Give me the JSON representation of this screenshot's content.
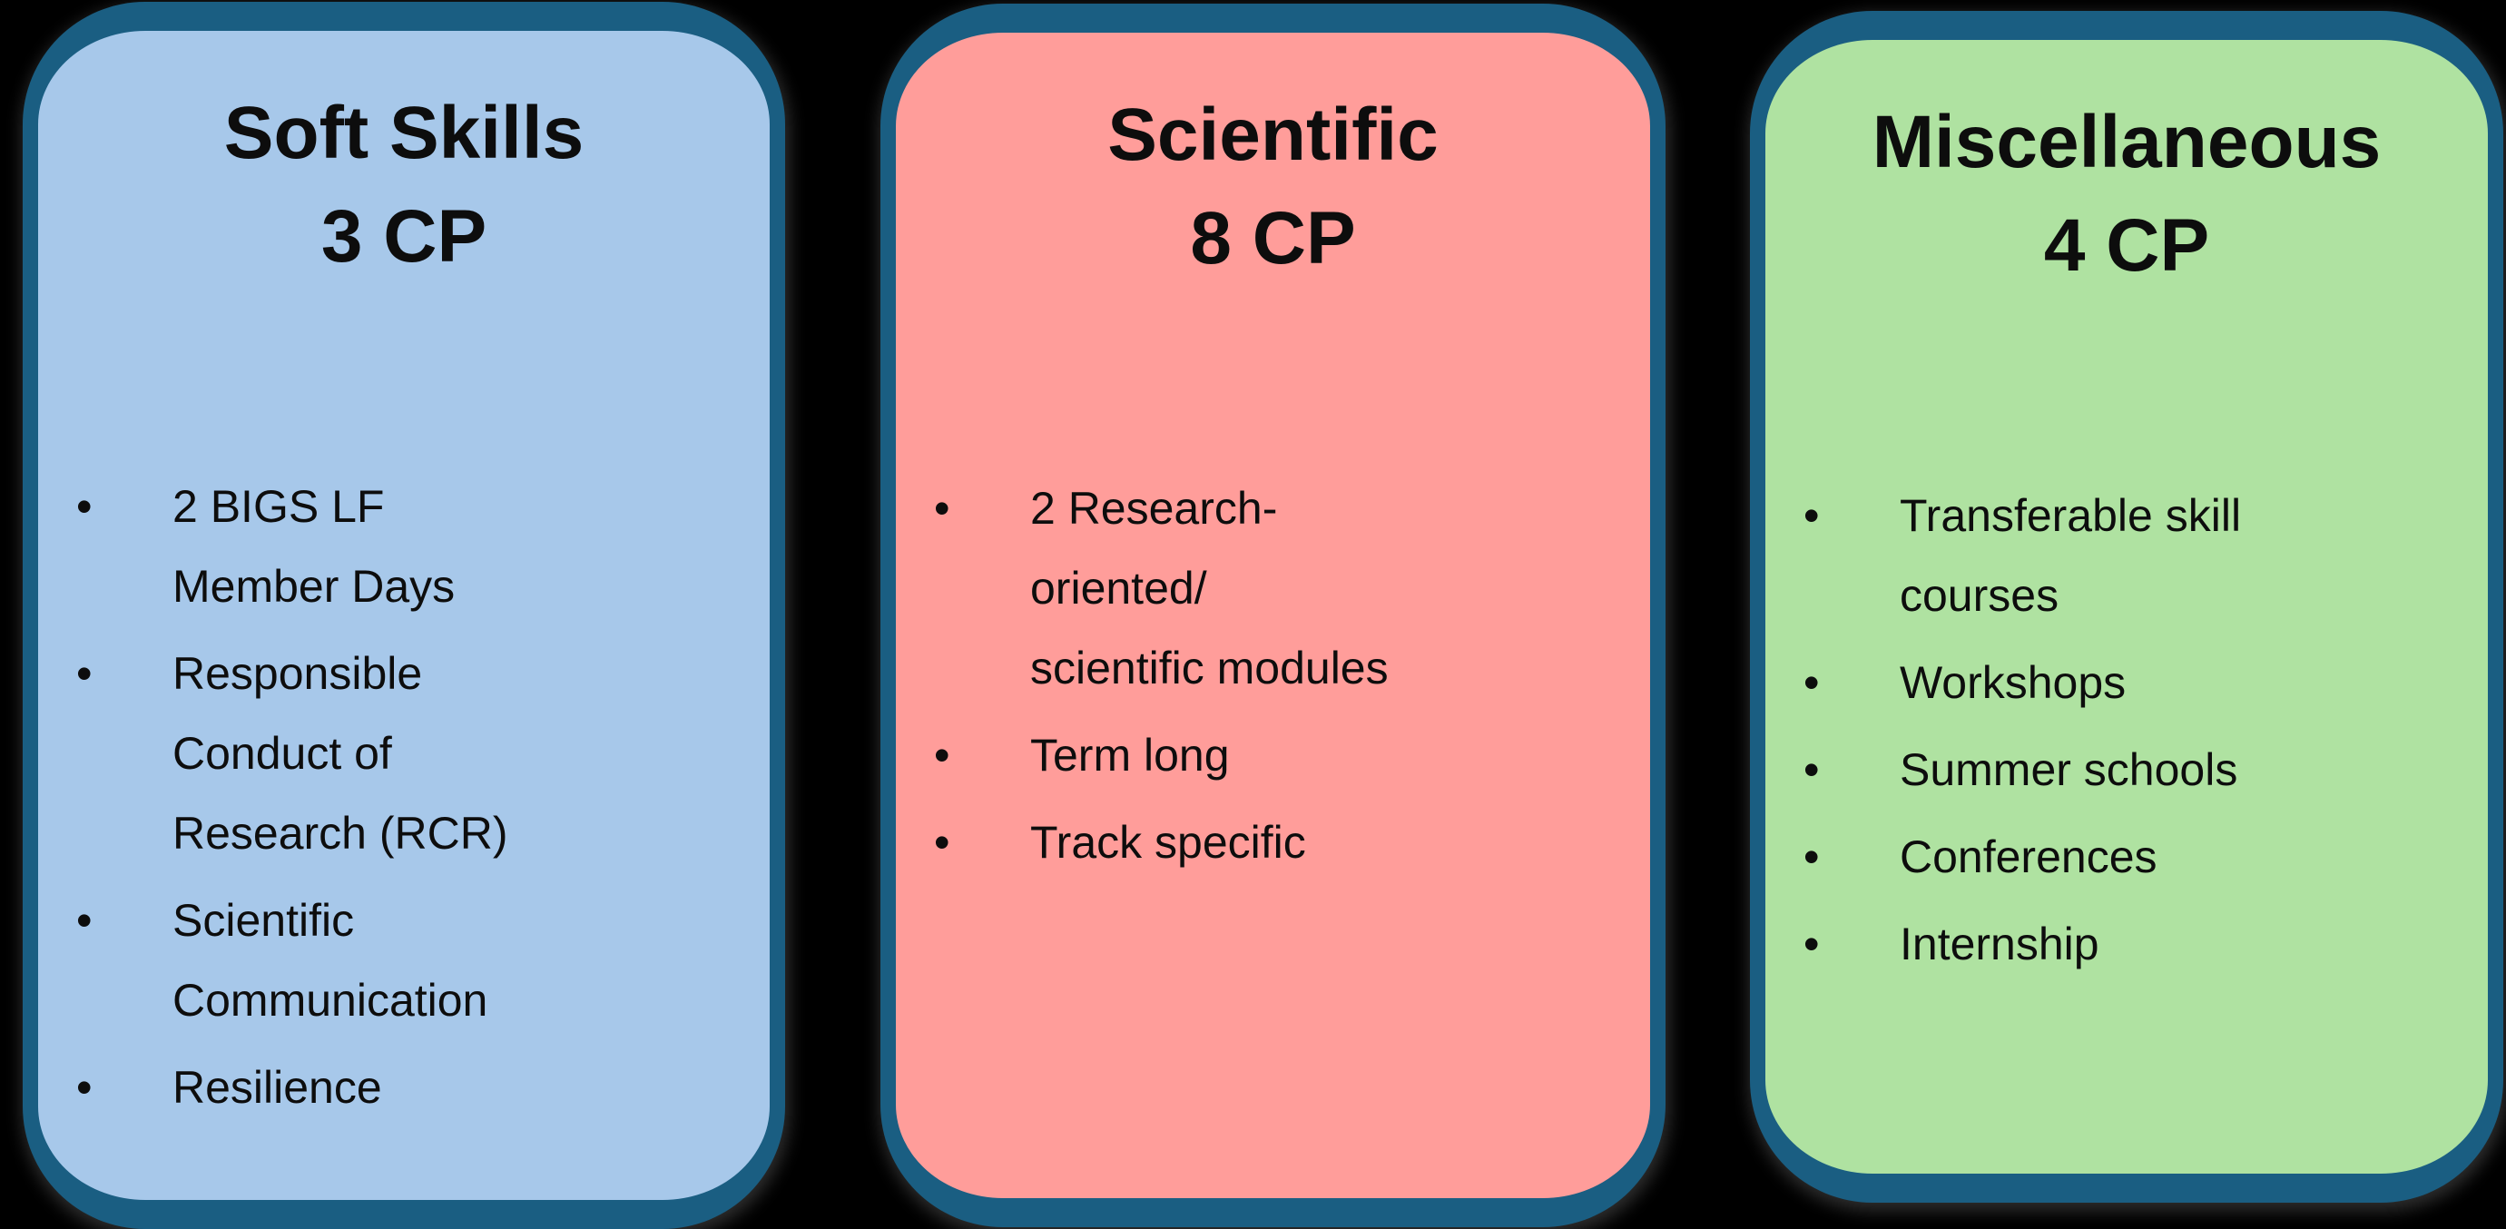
{
  "background": "#000000",
  "text_color": "#0d0d0d",
  "card_border_color": "#1a5e82",
  "bullet_glyph": "•",
  "cards": [
    {
      "title": "Soft Skills",
      "credits": "3 CP",
      "fill": "#a7c8ea",
      "items": [
        "2 BIGS LF\nMember Days",
        "Responsible\nConduct of\nResearch (RCR)",
        "Scientific\nCommunication",
        "Resilience"
      ]
    },
    {
      "title": "Scientific",
      "credits": "8 CP",
      "fill": "#ff9d9a",
      "items": [
        "2 Research-\noriented/\nscientific modules",
        "Term long",
        "Track specific"
      ]
    },
    {
      "title": "Miscellaneous",
      "credits": "4 CP",
      "fill": "#afe2a1",
      "items": [
        "Transferable skill\ncourses",
        "Workshops",
        "Summer schools",
        "Conferences",
        "Internship"
      ]
    }
  ]
}
